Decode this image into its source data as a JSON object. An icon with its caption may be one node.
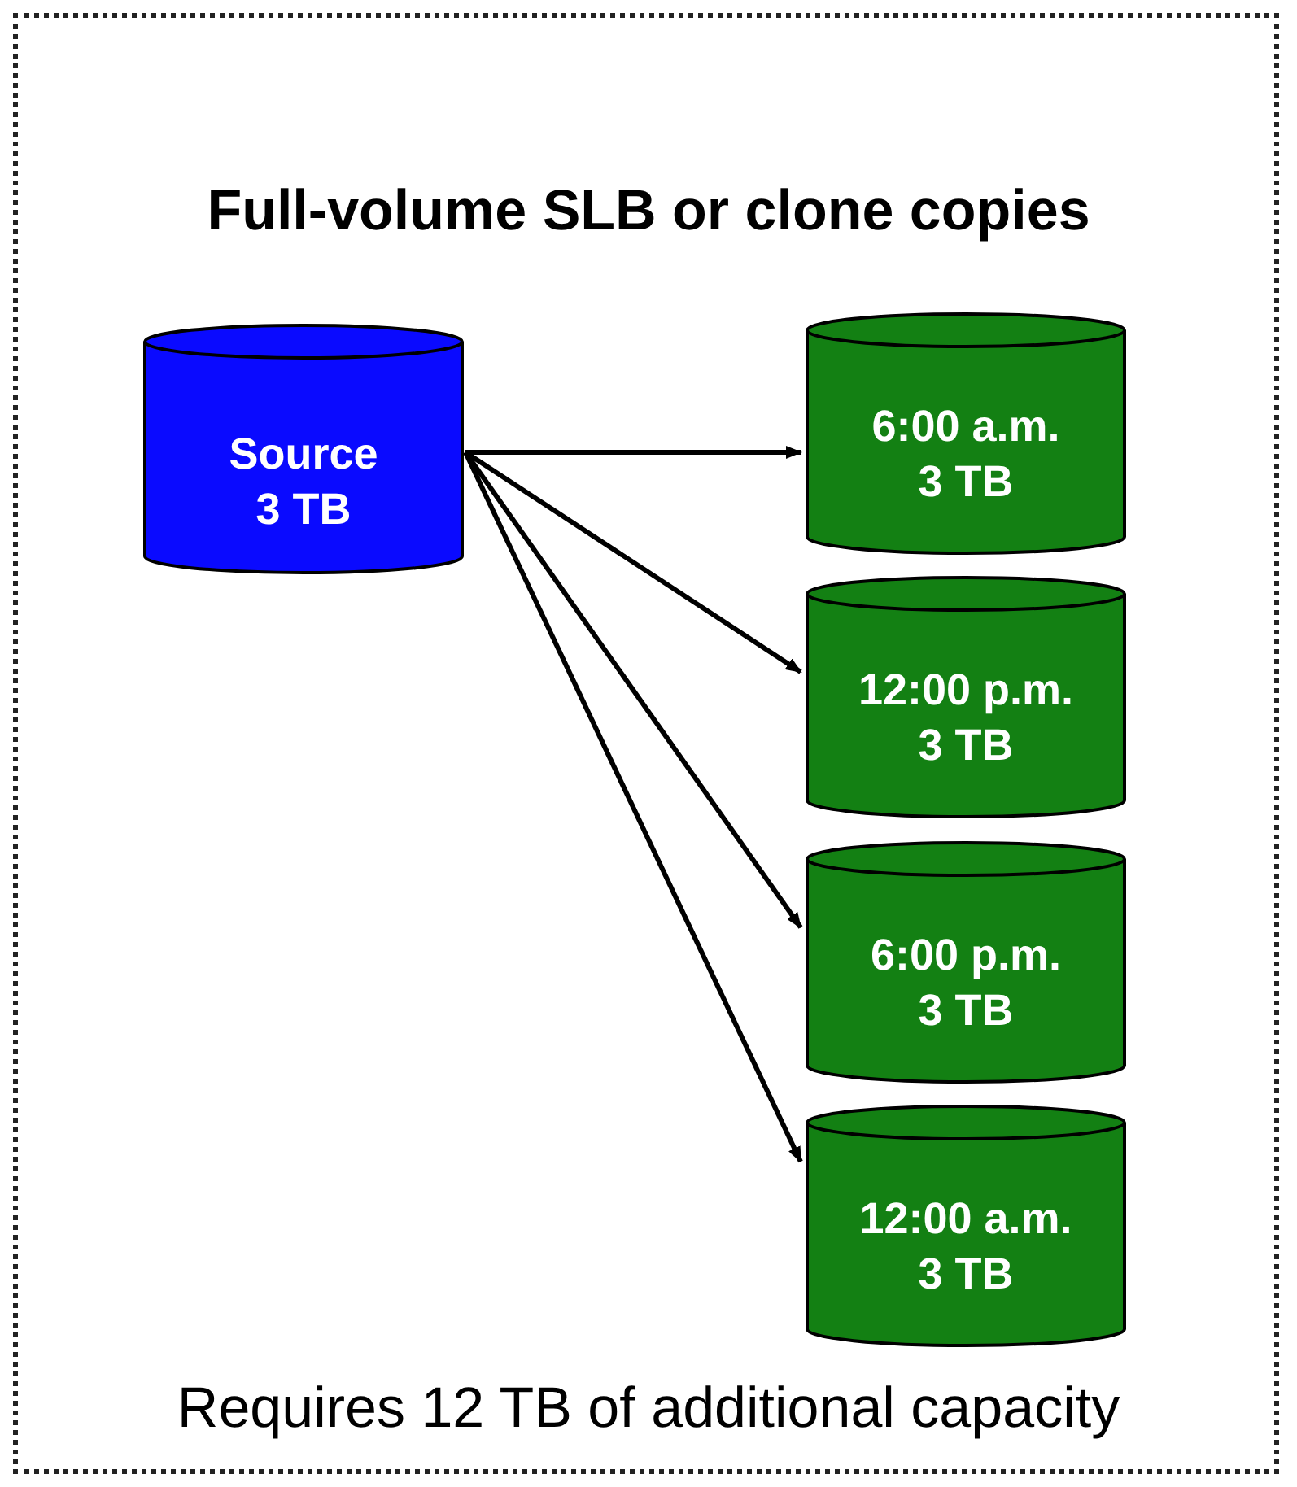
{
  "diagram": {
    "title": "Full-volume SLB or clone copies",
    "nodes": [
      {
        "text": [
          "Source",
          "3 TB"
        ]
      },
      {
        "text": [
          "6:00 a.m.",
          "3 TB"
        ]
      },
      {
        "text": [
          "12:00 p.m.",
          "3 TB"
        ]
      },
      {
        "text": [
          "6:00 p.m.",
          "3 TB"
        ]
      },
      {
        "text": [
          "12:00 a.m.",
          "3 TB"
        ]
      }
    ],
    "edges": [
      {
        "from": 0,
        "to": 1,
        "arrow": "to"
      },
      {
        "from": 0,
        "to": 2,
        "arrow": "to"
      },
      {
        "from": 0,
        "to": 3,
        "arrow": "to"
      },
      {
        "from": 0,
        "to": 4,
        "arrow": "to"
      }
    ],
    "labels": [
      "Requires 12 TB of additional capacity"
    ]
  }
}
